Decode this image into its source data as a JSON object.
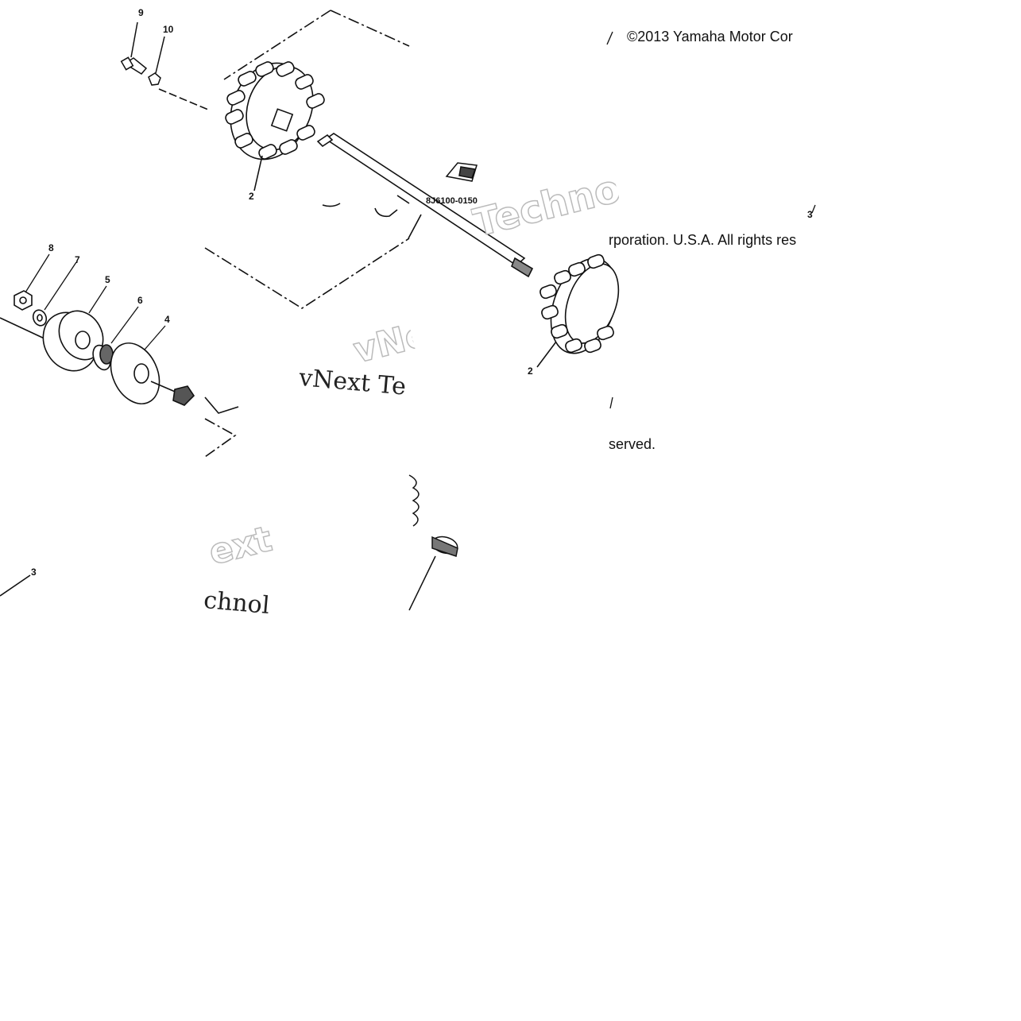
{
  "callouts": {
    "n9": "9",
    "n10": "10",
    "n2a": "2",
    "n2b": "2",
    "n8": "8",
    "n7": "7",
    "n5": "5",
    "n6": "6",
    "n4": "4",
    "n3a": "3",
    "n3b": "3"
  },
  "part_number": "8J6100-0150",
  "copyright": {
    "line1": "©2013 Yamaha Motor Cor",
    "line2": "rporation. U.S.A. All rights res",
    "line3": "served."
  },
  "watermarks": {
    "w1": "vNext Te",
    "w2": "Techno",
    "w3": "vNe",
    "w4": "ext",
    "w5": "chnol"
  },
  "colors": {
    "line": "#111111",
    "background": "#ffffff"
  }
}
